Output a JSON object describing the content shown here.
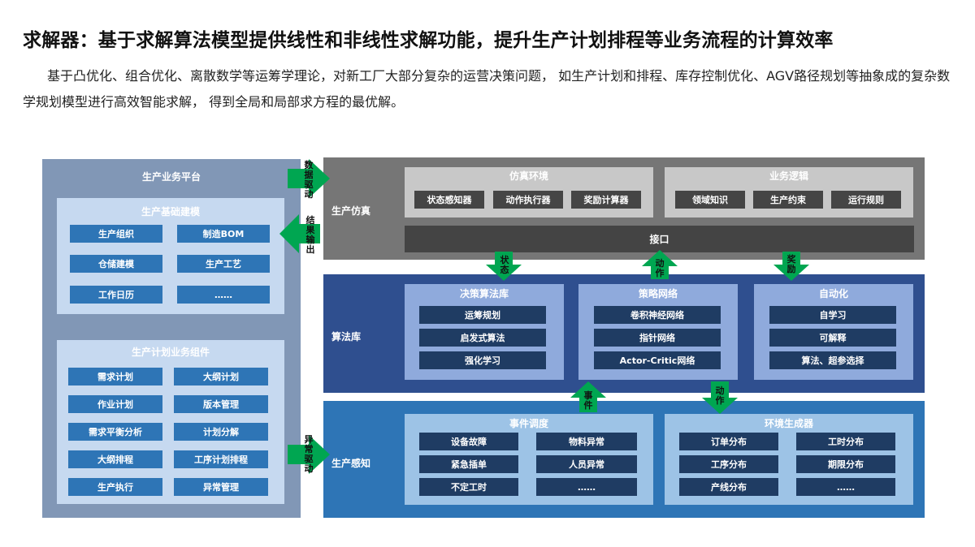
{
  "header": {
    "title": "求解器：基于求解算法模型提供线性和非线性求解功能，提升生产计划排程等业务流程的计算效率",
    "description": "基于凸优化、组合优化、离散数学等运筹学理论，对新工厂大部分复杂的运营决策问题， 如生产计划和排程、库存控制优化、AGV路径规划等抽象成的复杂数学规划模型进行高效智能求解， 得到全局和局部求方程的最优解。"
  },
  "left_panel": {
    "title": "生产业务平台",
    "modeling": {
      "title": "生产基础建模",
      "items": [
        "生产组织",
        "制造BOM",
        "仓储建模",
        "生产工艺",
        "工作日历",
        "……"
      ]
    },
    "components": {
      "title": "生产计划业务组件",
      "items": [
        "需求计划",
        "大纲计划",
        "作业计划",
        "版本管理",
        "需求平衡分析",
        "计划分解",
        "大纲排程",
        "工序计划排程",
        "生产执行",
        "异常管理"
      ]
    }
  },
  "connectors": {
    "data_driven": "数据驱动",
    "result_output": "结果输出",
    "exception_driven": "异常驱动"
  },
  "simulation": {
    "label": "生产仿真",
    "env": {
      "title": "仿真环境",
      "items": [
        "状态感知器",
        "动作执行器",
        "奖励计算器"
      ]
    },
    "logic": {
      "title": "业务逻辑",
      "items": [
        "领域知识",
        "生产约束",
        "运行规则"
      ]
    },
    "interface": "接口"
  },
  "flow_arrows": {
    "state": "状态",
    "action_up": "动作",
    "reward": "奖励",
    "event": "事件",
    "action_down": "动作"
  },
  "algorithms": {
    "label": "算法库",
    "decision": {
      "title": "决策算法库",
      "items": [
        "运筹规划",
        "启发式算法",
        "强化学习"
      ]
    },
    "strategy": {
      "title": "策略网络",
      "items": [
        "卷积神经网络",
        "指针网络",
        "Actor-Critic网络"
      ]
    },
    "automation": {
      "title": "自动化",
      "items": [
        "自学习",
        "可解释",
        "算法、超参选择"
      ]
    }
  },
  "perception": {
    "label": "生产感知",
    "event": {
      "title": "事件调度",
      "items": [
        "设备故障",
        "物料异常",
        "紧急插单",
        "人员异常",
        "不定工时",
        "……"
      ]
    },
    "env_gen": {
      "title": "环境生成器",
      "items": [
        "订单分布",
        "工时分布",
        "工序分布",
        "期限分布",
        "产线分布",
        "……"
      ]
    }
  },
  "colors": {
    "left_bg": "#8197b6",
    "grey_bg": "#767676",
    "blue_bg": "#2f4f8f",
    "cyan_bg": "#2e75b6",
    "arrow_green": "#00a651"
  }
}
